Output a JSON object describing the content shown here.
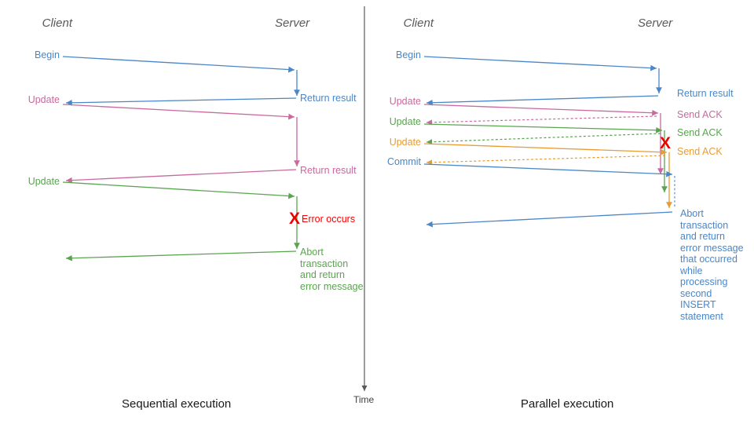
{
  "figure": {
    "time_axis_label": "Time",
    "colors": {
      "blue": "#4a86c8",
      "pink": "#c9699e",
      "green": "#5aa450",
      "orange": "#e89c33",
      "red": "#ee0000",
      "header_gray": "#595959",
      "caption_black": "#1a1a1a",
      "axis_gray": "#595959"
    }
  },
  "left_panel": {
    "caption": "Sequential execution",
    "client_header": "Client",
    "server_header": "Server",
    "client_labels": [
      {
        "text": "Begin",
        "color": "#4a86c8"
      },
      {
        "text": "Update",
        "color": "#c9699e"
      },
      {
        "text": "Update",
        "color": "#5aa450"
      }
    ],
    "server_labels": [
      {
        "text": "Return result",
        "color": "#4a86c8"
      },
      {
        "text": "Return result",
        "color": "#c9699e"
      },
      {
        "text": "Error occurs",
        "color": "#ee0000"
      },
      {
        "text": "Abort\ntransaction\nand return\nerror message",
        "color": "#5aa450"
      }
    ],
    "error_marker": "X"
  },
  "right_panel": {
    "caption": "Parallel execution",
    "client_header": "Client",
    "server_header": "Server",
    "client_labels": [
      {
        "text": "Begin",
        "color": "#4a86c8"
      },
      {
        "text": "Update",
        "color": "#c9699e"
      },
      {
        "text": "Update",
        "color": "#5aa450"
      },
      {
        "text": "Update",
        "color": "#e89c33"
      },
      {
        "text": "Commit",
        "color": "#4a86c8"
      }
    ],
    "server_labels": [
      {
        "text": "Return result",
        "color": "#4a86c8"
      },
      {
        "text": "Send ACK",
        "color": "#c9699e"
      },
      {
        "text": "Send ACK",
        "color": "#5aa450"
      },
      {
        "text": "Send ACK",
        "color": "#e89c33"
      },
      {
        "text": "Abort\ntransaction\nand return\nerror message\nthat occurred\nwhile\nprocessing\nsecond\nINSERT\nstatement",
        "color": "#4a86c8"
      }
    ],
    "error_marker": "X"
  }
}
